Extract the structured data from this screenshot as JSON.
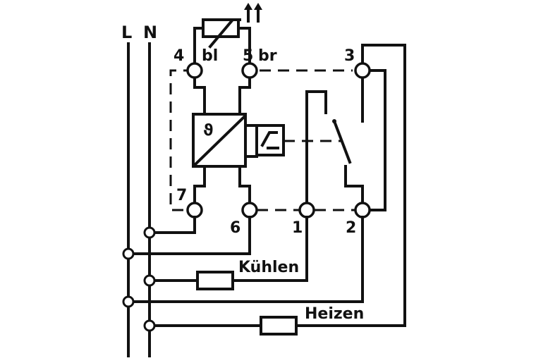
{
  "labels": {
    "phase": "L",
    "neutral": "N",
    "term_4": "4",
    "term_5": "5",
    "term_3": "3",
    "term_7": "7",
    "term_6": "6",
    "term_1": "1",
    "term_2": "2",
    "wire_bl": "bl",
    "wire_br": "br",
    "controller_symbol": "ϑ",
    "kuehlen": "Kühlen",
    "heizen": "Heizen"
  },
  "colors": {
    "ink": "#111111",
    "paper": "#ffffff"
  }
}
